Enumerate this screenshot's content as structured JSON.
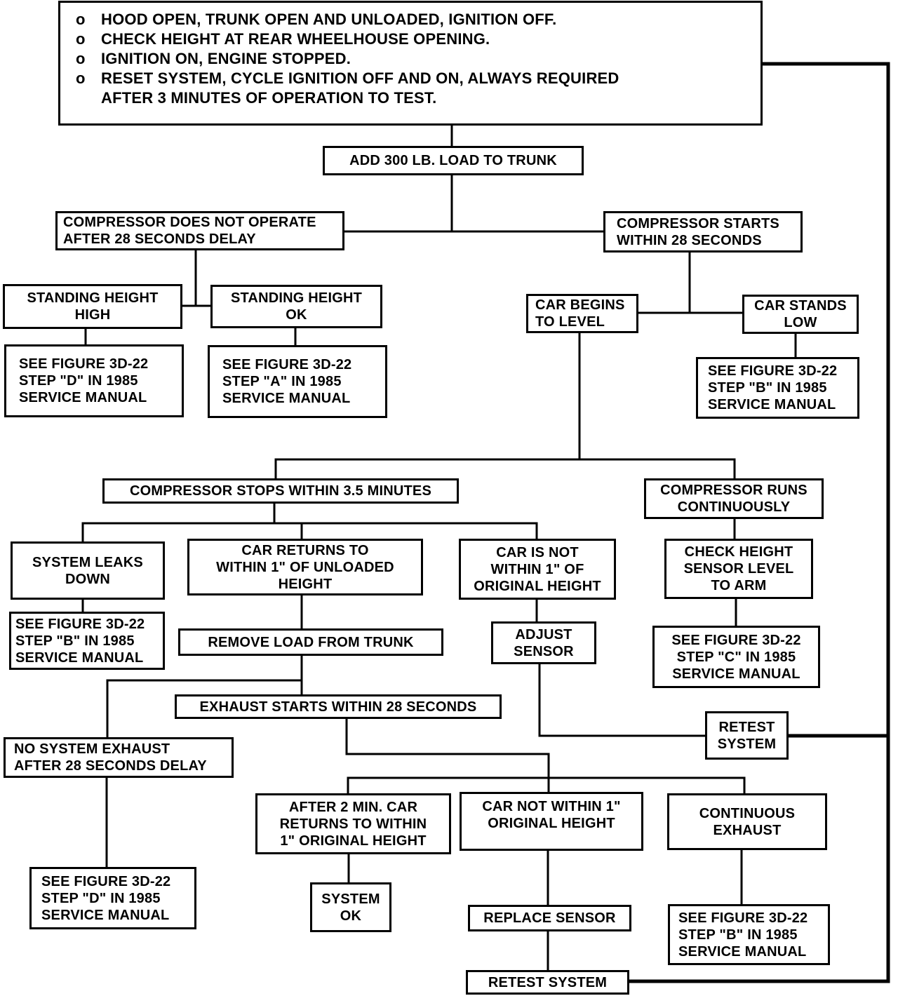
{
  "header": {
    "items": [
      {
        "lines": [
          "HOOD OPEN,  TRUNK  OPEN  AND UNLOADED,  IGNITION OFF."
        ]
      },
      {
        "lines": [
          "CHECK  HEIGHT  AT   REAR WHEELHOUSE OPENING."
        ]
      },
      {
        "lines": [
          "IGNITION ON, ENGINE  STOPPED."
        ]
      },
      {
        "lines": [
          "RESET  SYSTEM, CYCLE IGNITION  OFF AND  ON, ALWAYS  REQUIRED",
          "AFTER  3 MINUTES  OF OPERATION TO TEST."
        ]
      }
    ],
    "bullet": "o"
  },
  "nodes": {
    "add_load": [
      "ADD 300 LB. LOAD TO TRUNK"
    ],
    "comp_not_operate": [
      "COMPRESSOR DOES NOT OPERATE",
      "AFTER 28 SECONDS DELAY"
    ],
    "comp_starts": [
      "COMPRESSOR STARTS",
      "WITHIN 28 SECONDS"
    ],
    "standing_high": [
      "STANDING  HEIGHT",
      "HIGH"
    ],
    "standing_ok": [
      "STANDING HEIGHT",
      "OK"
    ],
    "see_d_1": [
      "SEE  FIGURE 3D-22",
      "STEP \"D\" IN 1985",
      "SERVICE MANUAL"
    ],
    "see_a": [
      "SEE  FIGURE 3D-22",
      "STEP \"A\" IN 1985",
      "SERVICE MANUAL"
    ],
    "car_begins_level": [
      "CAR BEGINS",
      "TO LEVEL"
    ],
    "car_stands_low": [
      "CAR STANDS",
      "LOW"
    ],
    "see_b_1": [
      "SEE FIGURE 3D-22",
      "STEP \"B\"  IN 1985",
      "SERVICE MANUAL"
    ],
    "comp_stops": [
      "COMPRESSOR STOPS  WITHIN 3.5  MINUTES"
    ],
    "comp_runs": [
      "COMPRESSOR RUNS",
      "CONTINUOUSLY"
    ],
    "system_leaks": [
      "SYSTEM   LEAKS",
      "DOWN"
    ],
    "car_returns": [
      "CAR RETURNS TO",
      "WITHIN 1\"  OF  UNLOADED",
      "HEIGHT"
    ],
    "car_not_within_1": [
      "CAR IS NOT",
      "WITHIN  1\"  OF",
      "ORIGINAL  HEIGHT"
    ],
    "check_sensor": [
      "CHECK HEIGHT",
      "SENSOR LEVEL",
      "TO ARM"
    ],
    "see_b_2": [
      "SEE FIGURE 3D-22",
      "STEP \"B\" IN 1985",
      "SERVICE MANUAL"
    ],
    "remove_load": [
      "REMOVE LOAD FROM  TRUNK"
    ],
    "adjust_sensor": [
      "ADJUST",
      "SENSOR"
    ],
    "see_c": [
      "SEE  FIGURE 3D-22",
      "STEP \"C\" IN 1985",
      "SERVICE MANUAL"
    ],
    "exhaust_starts": [
      "EXHAUST STARTS WITHIN  28 SECONDS"
    ],
    "retest_1": [
      "RETEST",
      "SYSTEM"
    ],
    "no_exhaust": [
      "NO SYSTEM EXHAUST",
      "AFTER 28 SECONDS DELAY"
    ],
    "after_2min": [
      "AFTER 2 MIN. CAR",
      "RETURNS TO WITHIN",
      "1\" ORIGINAL HEIGHT"
    ],
    "car_not_within_2": [
      "CAR NOT  WITHIN 1\"",
      "ORIGINAL HEIGHT"
    ],
    "continuous_exhaust": [
      "CONTINUOUS",
      "EXHAUST"
    ],
    "see_d_2": [
      "SEE FIGURE  3D-22",
      "STEP \"D\" IN 1985",
      "SERVICE MANUAL"
    ],
    "system_ok": [
      "SYSTEM",
      "OK"
    ],
    "replace_sensor": [
      "REPLACE SENSOR"
    ],
    "see_b_3": [
      "SEE FIGURE 3D-22",
      "STEP \"B\"  IN 1985",
      "SERVICE MANUAL"
    ],
    "retest_2": [
      "RETEST SYSTEM"
    ]
  }
}
